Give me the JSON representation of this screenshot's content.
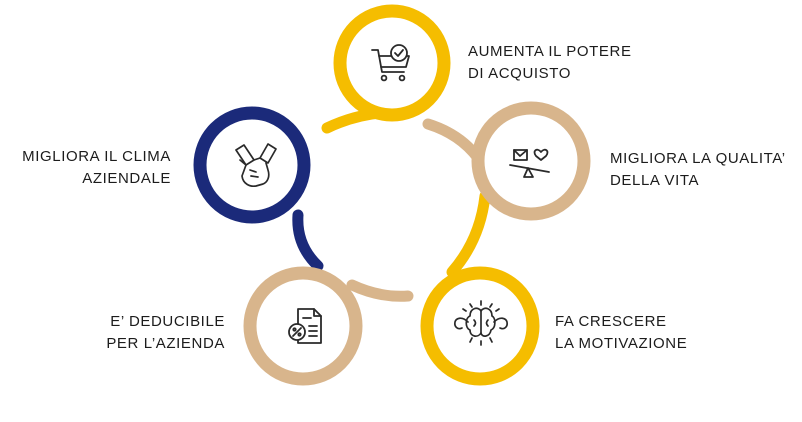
{
  "colors": {
    "yellow": "#F5BD00",
    "navy": "#1B2A7A",
    "tan": "#D8B58C",
    "icon": "#2a2a2a"
  },
  "items": [
    {
      "name": "aumenta-potere-acquisto",
      "label": "AUMENTA IL POTERE\nDI ACQUISTO",
      "icon": "shopping-cart-check-icon",
      "color": "yellow"
    },
    {
      "name": "migliora-qualita-vita",
      "label": "MIGLIORA LA QUALITA’\nDELLA VITA",
      "icon": "balance-heart-icon",
      "color": "tan"
    },
    {
      "name": "fa-crescere-motivazione",
      "label": "FA CRESCERE\nLA MOTIVAZIONE",
      "icon": "strong-brain-icon",
      "color": "yellow"
    },
    {
      "name": "deducibile-azienda",
      "label": "E’ DEDUCIBILE\nPER L’AZIENDA",
      "icon": "tax-document-icon",
      "color": "tan"
    },
    {
      "name": "migliora-clima-aziendale",
      "label": "MIGLIORA IL CLIMA\nAZIENDALE",
      "icon": "team-hands-icon",
      "color": "navy"
    }
  ]
}
